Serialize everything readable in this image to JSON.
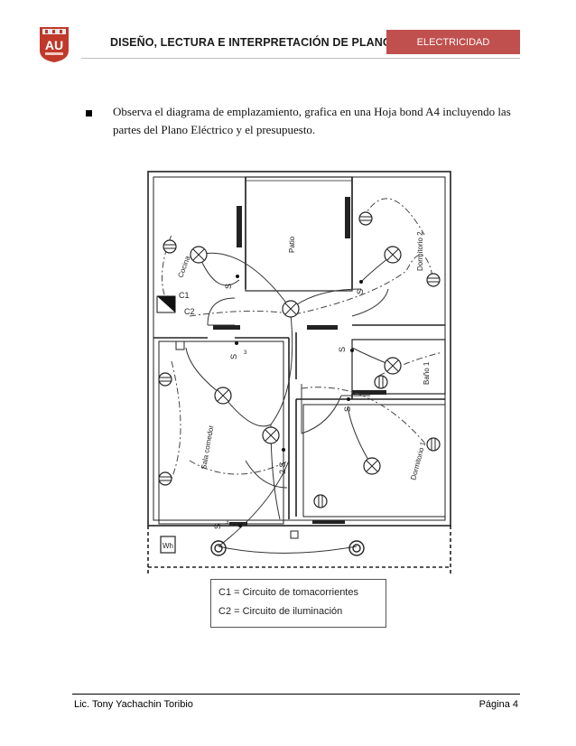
{
  "header": {
    "logo_text": "AU",
    "title": "DISEÑO, LECTURA E INTERPRETACIÓN DE PLANOS",
    "tag": "ELECTRICIDAD"
  },
  "instruction": "Observa el diagrama de emplazamiento,  grafica  en una  Hoja bond A4 incluyendo   las partes del Plano Eléctrico   y el presupuesto.",
  "plan": {
    "rooms": {
      "cocina": "Cocina",
      "patio": "Patio",
      "dormitorio2": "Dormitorio 2",
      "bano": "Baño 1",
      "sala": "Sala comedor",
      "dormitorio1": "Dormitorio 1"
    },
    "marks": {
      "c1": "C1",
      "c2": "C2",
      "wh": "Wh",
      "s": "S",
      "s3": "S",
      "s3_sub": "3",
      "ss": "2 S"
    }
  },
  "legend": {
    "c1": "C1 = Circuito de tomacorrientes",
    "c2": "C2 = Circuito de iluminación"
  },
  "footer": {
    "author": "Lic. Tony Yachachin Toribio",
    "page": "Página 4"
  },
  "colors": {
    "tag": "#c0504d",
    "logo": "#c0392b"
  }
}
